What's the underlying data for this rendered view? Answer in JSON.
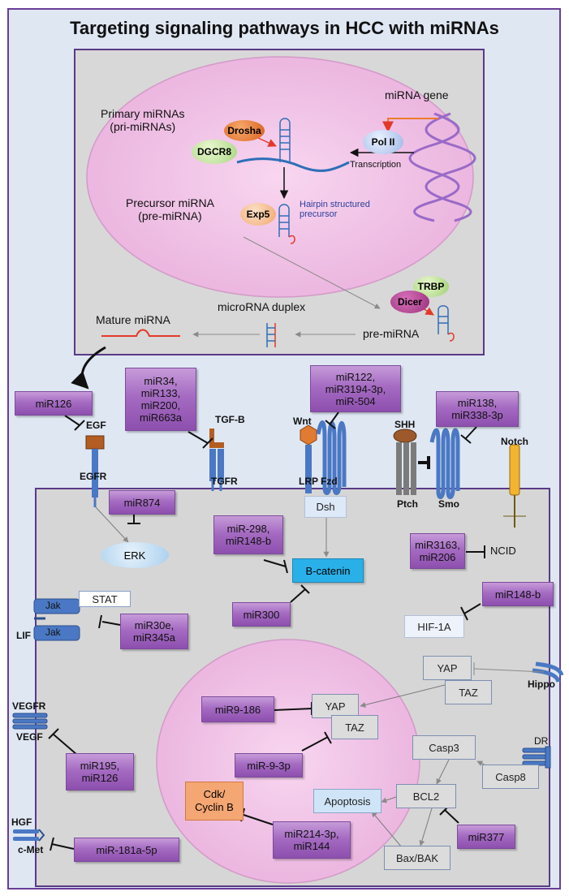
{
  "title": "Targeting signaling pathways in HCC with miRNAs",
  "biogenesis": {
    "primary": "Primary miRNAs\n(pri-miRNAs)",
    "mirna_gene": "miRNA gene",
    "drosha": "Drosha",
    "dgcr8": "DGCR8",
    "pol2": "Pol II",
    "transcription": "Transcription",
    "precursor": "Precursor miRNA\n(pre-miRNA)",
    "exp5": "Exp5",
    "hairpin": "Hairpin structured\nprecursor",
    "trbp": "TRBP",
    "dicer": "Dicer",
    "mature": "Mature miRNA",
    "duplex": "microRNA duplex",
    "pre_mirna": "pre-miRNA"
  },
  "receptors": {
    "egf": "EGF",
    "egfr": "EGFR",
    "tgfb": "TGF-B",
    "tgfr": "TGFR",
    "wnt": "Wnt",
    "lrp": "LRP",
    "fzd": "Fzd",
    "shh": "SHH",
    "ptch": "Ptch",
    "smo": "Smo",
    "notch": "Notch",
    "lif": "LIF",
    "jak": "Jak",
    "vegfr": "VEGFR",
    "vegf": "VEGF",
    "hgf": "HGF",
    "cmet": "c-Met",
    "hippo": "Hippo",
    "dr": "DR"
  },
  "mirnas": {
    "m126": "miR126",
    "m34": "miR34,\nmiR133,\nmiR200,\nmiR663a",
    "m122": "miR122,\nmiR3194-3p,\nmiR-504",
    "m138": "miR138,\nmiR338-3p",
    "m874": "miR874",
    "m298": "miR-298,\nmiR148-b",
    "m3163": "miR3163,\nmiR206",
    "m300": "miR300",
    "m148b": "miR148-b",
    "m30e": "miR30e,\nmiR345a",
    "m9186": "miR9-186",
    "m93p": "miR-9-3p",
    "m195": "miR195,\nmiR126",
    "m214": "miR214-3p,\nmiR144",
    "m377": "miR377",
    "m181": "miR-181a-5p"
  },
  "nodes": {
    "erk": "ERK",
    "dsh": "Dsh",
    "bcat": "B-catenin",
    "ncid": "NCID",
    "stat": "STAT",
    "hif": "HIF-1A",
    "yap_out": "YAP",
    "taz_out": "TAZ",
    "yap_in": "YAP",
    "taz_in": "TAZ",
    "casp3": "Casp3",
    "casp8": "Casp8",
    "bcl2": "BCL2",
    "apoptosis": "Apoptosis",
    "baxbak": "Bax/BAK",
    "cdk": "Cdk/\nCyclin B"
  },
  "colors": {
    "frame": "#6a3d96",
    "mirna_box": "#a56bc2",
    "nucleus": "#f3c6e8",
    "receptor": "#4a78c4",
    "bcatenin": "#2ab0e8",
    "cdk": "#f4a673",
    "erk": "#b8d8f0"
  }
}
